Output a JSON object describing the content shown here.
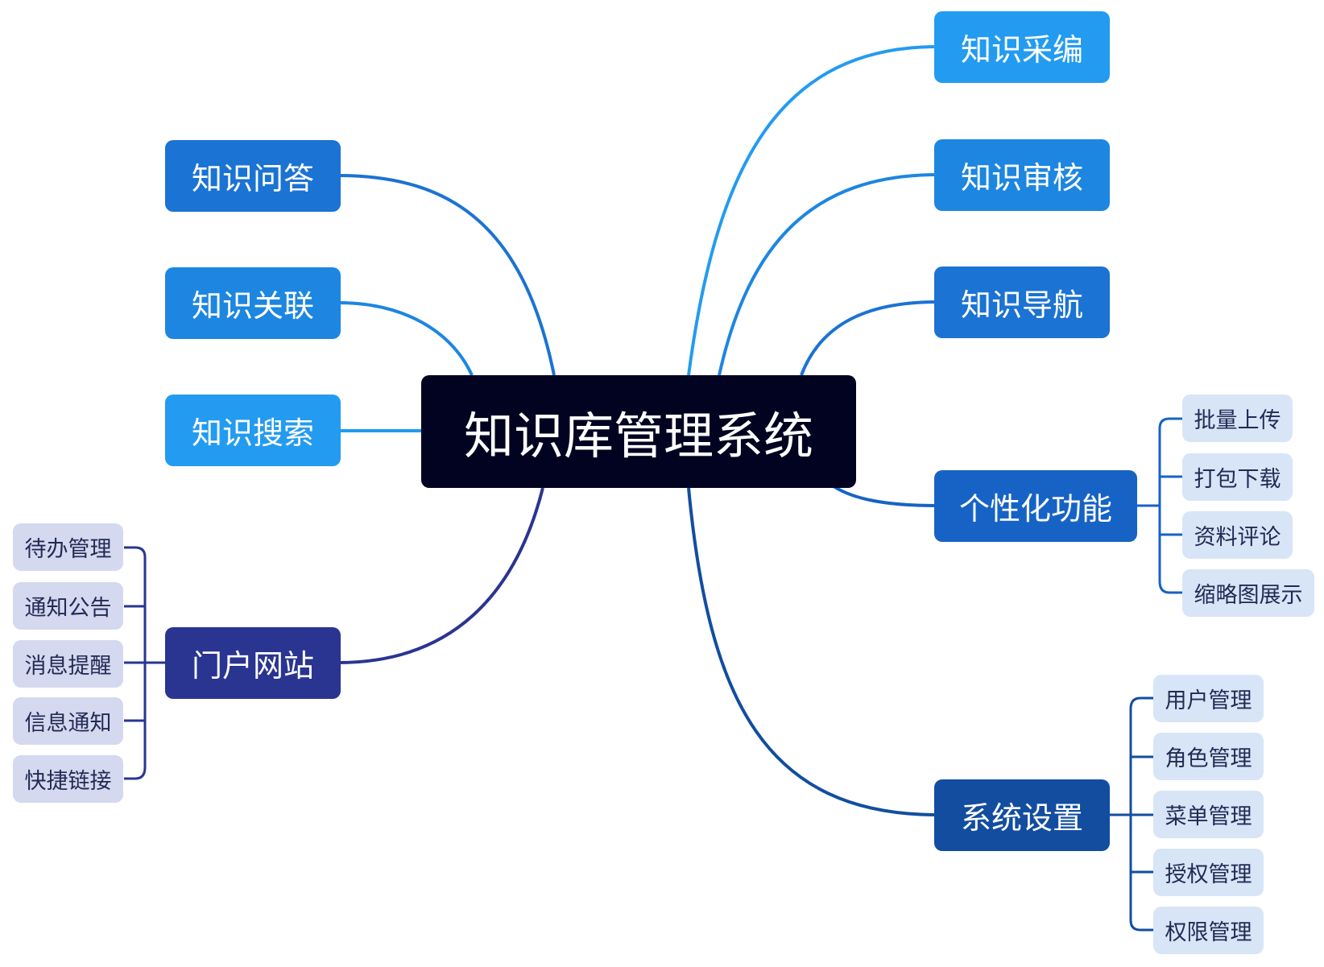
{
  "root": {
    "label": "知识库管理系统",
    "color": "#020321"
  },
  "branches": {
    "qa": {
      "label": "知识问答",
      "color": "#1b73d3"
    },
    "relation": {
      "label": "知识关联",
      "color": "#1d86e0"
    },
    "search": {
      "label": "知识搜索",
      "color": "#239bf0"
    },
    "portal": {
      "label": "门户网站",
      "color": "#2a3491"
    },
    "collect": {
      "label": "知识采编",
      "color": "#239bf0"
    },
    "review": {
      "label": "知识审核",
      "color": "#1d86e0"
    },
    "navigate": {
      "label": "知识导航",
      "color": "#1b73d3"
    },
    "personal": {
      "label": "个性化功能",
      "color": "#1663c5"
    },
    "settings": {
      "label": "系统设置",
      "color": "#124da0"
    }
  },
  "portal_items": [
    "待办管理",
    "通知公告",
    "消息提醒",
    "信息通知",
    "快捷链接"
  ],
  "personal_items": [
    "批量上传",
    "打包下载",
    "资料评论",
    "缩略图展示"
  ],
  "settings_items": [
    "用户管理",
    "角色管理",
    "菜单管理",
    "授权管理",
    "权限管理"
  ]
}
